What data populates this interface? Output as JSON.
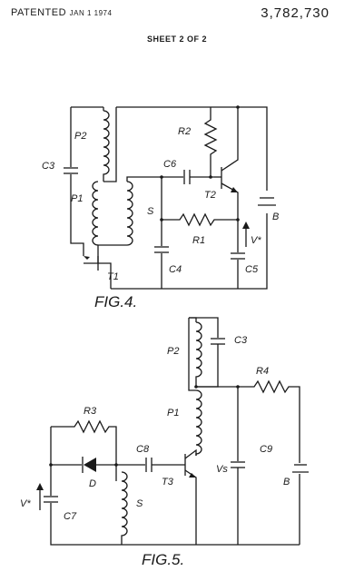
{
  "header": {
    "patented": "PATENTED",
    "date": "JAN 1 1974",
    "patent_number": "3,782,730",
    "sheet": "SHEET 2 OF 2"
  },
  "fig4": {
    "caption": "FIG.4.",
    "labels": {
      "p2": "P2",
      "c3": "C3",
      "p1": "P1",
      "s": "S",
      "r2": "R2",
      "c6": "C6",
      "t2": "T2",
      "b": "B",
      "r1": "R1",
      "v": "V*",
      "c4": "C4",
      "c5": "C5",
      "t1": "T1"
    }
  },
  "fig5": {
    "caption": "FIG.5.",
    "labels": {
      "p2": "P2",
      "c3": "C3",
      "r4": "R4",
      "p1": "P1",
      "r3": "R3",
      "c8": "C8",
      "c9": "C9",
      "d": "D",
      "t3": "T3",
      "vs": "Vs",
      "b": "B",
      "v": "V*",
      "c7": "C7",
      "s": "S"
    }
  }
}
